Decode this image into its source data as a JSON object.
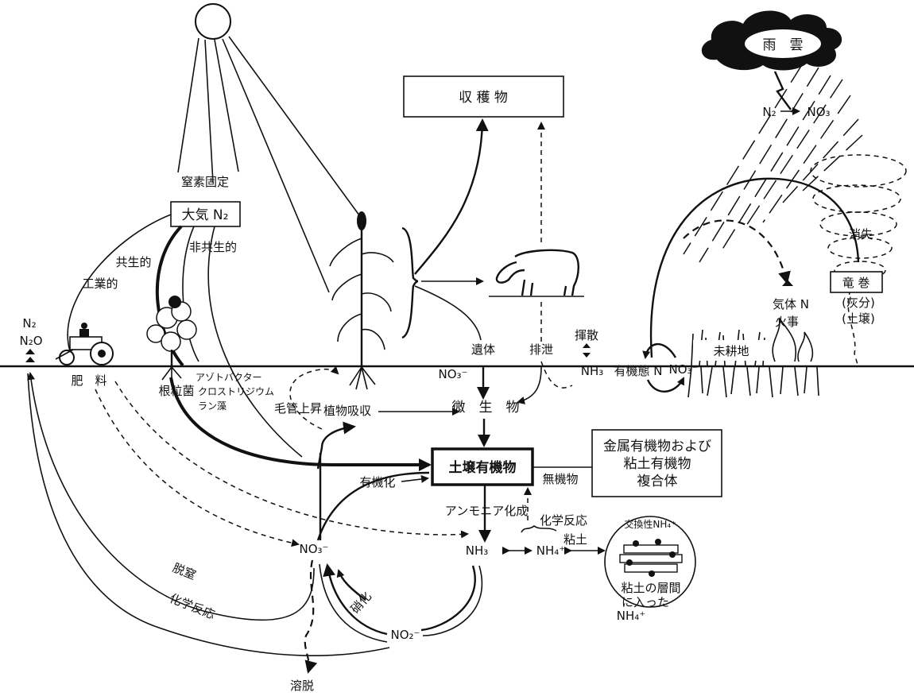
{
  "labels": {
    "harvest": "収 穫 物",
    "nitrogen_fixation": "窒素固定",
    "atmosphere_n2": "大気 N₂",
    "symbiotic": "共生的",
    "nonsymbiotic": "非共生的",
    "industrial": "工業的",
    "n2": "N₂",
    "n2o": "N₂O",
    "fertilizer": "肥　料",
    "root_nodule_bacteria": "根粒菌",
    "azotobacter": "アゾトバクター",
    "clostridium": "クロストリジウム",
    "blue_green_algae": "ラン藻",
    "capillary_rise": "毛管上昇",
    "plant_uptake": "植物吸収",
    "remains": "遺体",
    "excretion": "排泄",
    "volatilization": "揮散",
    "no3_top": "NO₃⁻",
    "nh3_top": "NH₃",
    "organic_n": "有機態 N",
    "no3_field": "NO₃⁻",
    "microorganisms": "微　生　物",
    "soil_organic_matter": "土壌有機物",
    "inorganic": "無機物",
    "complex_line1": "金属有機物および",
    "complex_line2": "粘土有機物",
    "complex_line3": "複合体",
    "organification": "有機化",
    "ammonification": "アンモニア化成",
    "chemical_reaction_right": "化学反応",
    "clay": "粘土",
    "nh3_mid": "NH₃",
    "nh4_mid": "NH₄⁺",
    "exchangeable_nh4": "交換性NH₄⁺",
    "fixed_line1": "粘土の層間",
    "fixed_line2": "に入った",
    "fixed_line3": "NH₄⁺",
    "no3_mid": "NO₃⁻",
    "no2": "NO₂⁻",
    "nitrification": "硝化",
    "denitrification": "脱窒",
    "chemical_reaction_left": "化学反応",
    "leaching": "溶脱",
    "rain_cloud": "雨　雲",
    "lightning_n2": "N₂",
    "lightning_no3": "NO₃",
    "uncultivated_land": "未耕地",
    "gaseous_n": "気体 N",
    "fire": "火事",
    "disappearance": "消失",
    "tornado": "竜 巻",
    "ash": "(灰分)",
    "soil": "(土壌)"
  }
}
